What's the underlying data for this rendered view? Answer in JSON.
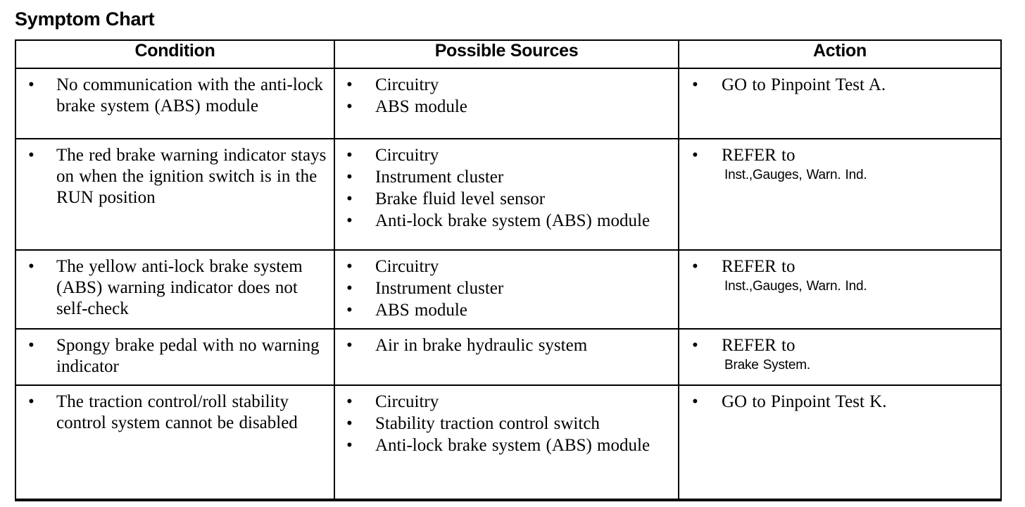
{
  "page": {
    "title": "Symptom Chart"
  },
  "table": {
    "headers": [
      {
        "label": "Condition"
      },
      {
        "label": "Possible Sources"
      },
      {
        "label": "Action"
      }
    ],
    "bullet_glyph": "•",
    "rows": [
      {
        "condition": [
          "No communication with the anti-lock brake system (ABS) module"
        ],
        "sources": [
          "Circuitry",
          "ABS module"
        ],
        "action": [
          {
            "text": "GO to Pinpoint Test A.",
            "note": ""
          }
        ]
      },
      {
        "condition": [
          "The red brake warning indicator stays on when the ignition switch is in the RUN position"
        ],
        "sources": [
          "Circuitry",
          "Instrument cluster",
          "Brake fluid level sensor",
          "Anti-lock brake system (ABS) module"
        ],
        "action": [
          {
            "text": "REFER to",
            "note": "Inst.,Gauges, Warn. Ind."
          }
        ]
      },
      {
        "condition": [
          "The yellow anti-lock brake system (ABS) warning indicator does not self-check"
        ],
        "sources": [
          "Circuitry",
          "Instrument cluster",
          "ABS module"
        ],
        "action": [
          {
            "text": "REFER to",
            "note": "Inst.,Gauges, Warn. Ind."
          }
        ]
      },
      {
        "condition": [
          "Spongy brake pedal with no warning indicator"
        ],
        "sources": [
          "Air in brake hydraulic system"
        ],
        "action": [
          {
            "text": "REFER to",
            "note": "Brake System."
          }
        ]
      },
      {
        "condition": [
          "The traction control/roll stability control system cannot be disabled"
        ],
        "sources": [
          "Circuitry",
          "Stability traction control switch",
          "Anti-lock brake system (ABS) module"
        ],
        "action": [
          {
            "text": "GO to Pinpoint Test K.",
            "note": ""
          }
        ]
      }
    ]
  },
  "colors": {
    "text": "#000000",
    "background": "#ffffff",
    "border": "#000000"
  }
}
